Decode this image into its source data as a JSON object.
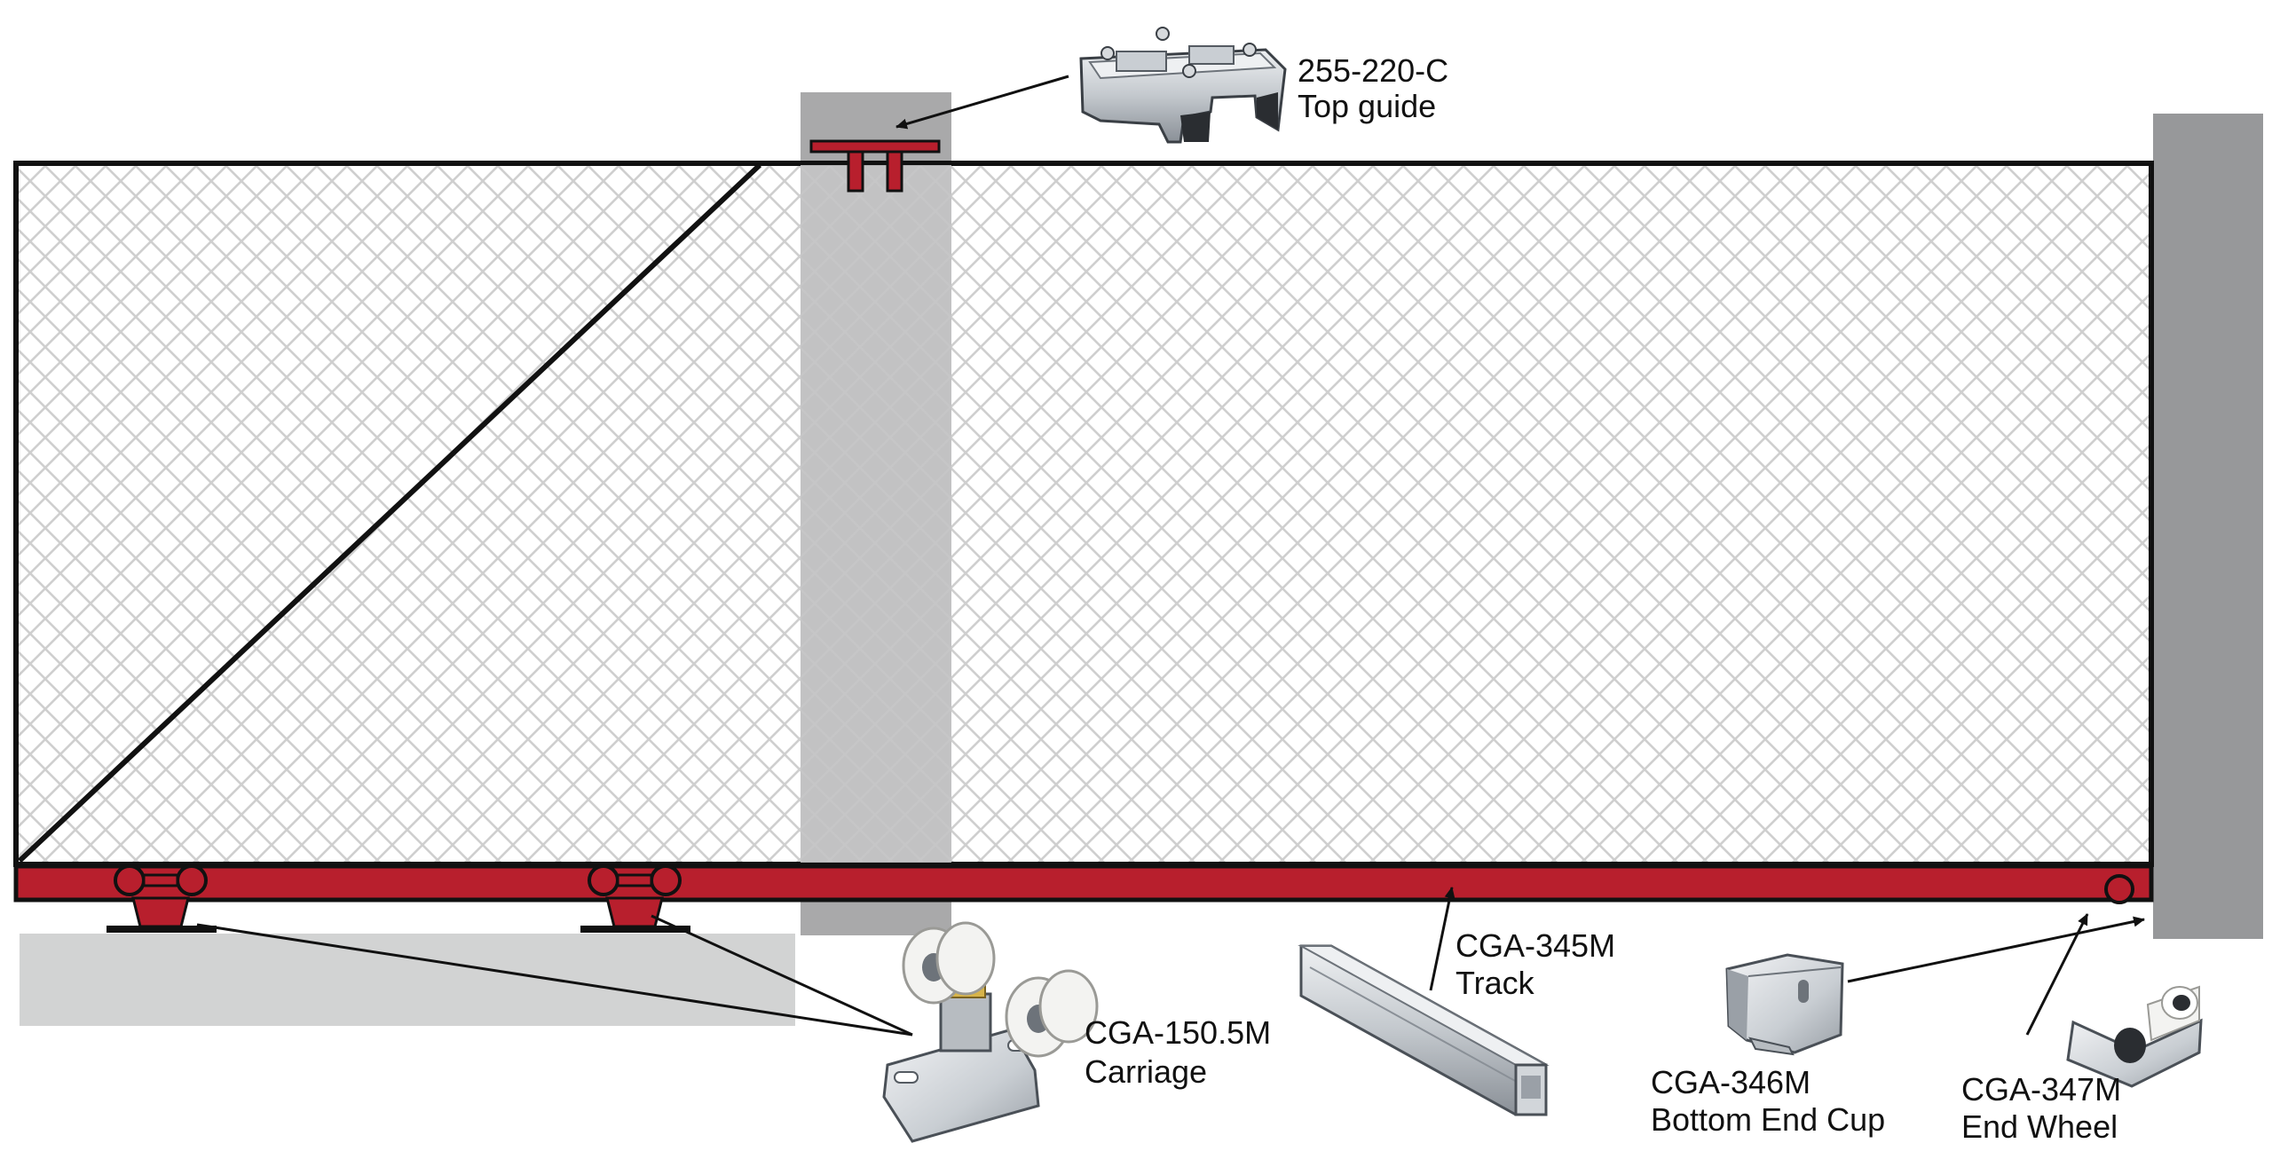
{
  "colors": {
    "frame": "#111111",
    "track": "#b81f2d",
    "post": "#a9a9aa",
    "end_post": "#97989a",
    "ground": "#d2d3d3",
    "mesh": "#cfcfcf",
    "metal_light": "#e4e6e8",
    "metal_mid": "#b7bcc1",
    "metal_dark": "#6d737a",
    "wheel_white": "#f3f3f1"
  },
  "parts": {
    "top_guide": {
      "code": "255-220-C",
      "name": "Top guide",
      "icon": "top-guide-bracket-photo"
    },
    "carriage": {
      "code": "CGA-150.5M",
      "name": "Carriage",
      "icon": "carriage-wheel-assembly-photo"
    },
    "track": {
      "code": "CGA-345M",
      "name": "Track",
      "icon": "track-profile-photo"
    },
    "end_cup": {
      "code": "CGA-346M",
      "name": "Bottom End Cup",
      "icon": "end-cup-photo"
    },
    "end_wheel": {
      "code": "CGA-347M",
      "name": "End Wheel",
      "icon": "end-wheel-photo"
    }
  }
}
